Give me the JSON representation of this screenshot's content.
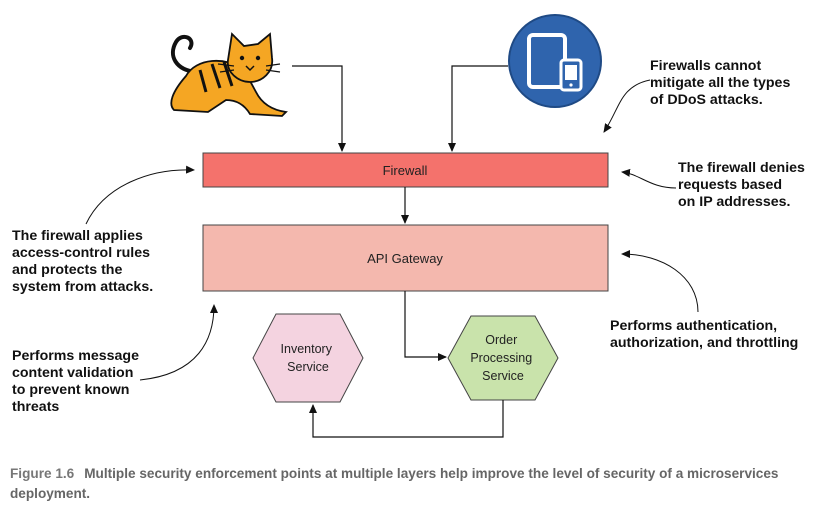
{
  "components": {
    "firewall": "Firewall",
    "api_gateway": "API Gateway",
    "inventory_service": "Inventory\nService",
    "order_processing_service": "Order\nProcessing\nService"
  },
  "annotations": {
    "firewalls_cannot": "Firewalls cannot\nmitigate all the types\nof DDoS attacks.",
    "firewall_denies": "The firewall denies\nrequests based\non IP addresses.",
    "firewall_applies": "The firewall applies\naccess-control rules\nand protects the\nsystem from attacks.",
    "performs_auth": "Performs authentication,\nauthorization, and throttling",
    "performs_validation": "Performs message\ncontent validation\nto prevent known\nthreats"
  },
  "caption": {
    "number": "Figure 1.6",
    "text": "Multiple security enforcement points at multiple layers help improve the level of security of a microservices deployment."
  },
  "icons": {
    "cat": "tomcat-cat-icon",
    "mobile": "mobile-devices-icon"
  },
  "colors": {
    "firewall_fill": "#f4726c",
    "gateway_fill": "#f4b8ae",
    "inventory_fill": "#f4d3e0",
    "order_fill": "#c9e3ab",
    "mobile_blue": "#2f64ad"
  }
}
